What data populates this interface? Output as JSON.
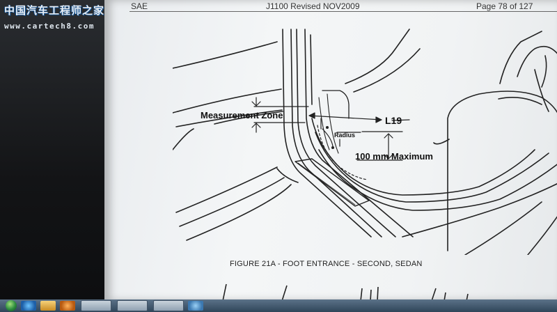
{
  "watermark": {
    "chinese": "中国汽车工程师之家",
    "url": "www.cartech8.com"
  },
  "document": {
    "header_left": "SAE",
    "header_center": "J1100 Revised NOV2009",
    "header_right": "Page 78 of 127"
  },
  "figure": {
    "label_measurement_zone": "Measurement Zone",
    "label_l19": "L19",
    "label_radius": "Radius",
    "label_100mm": "100 mm Maximum",
    "caption": "FIGURE 21A - FOOT ENTRANCE - SECOND, SEDAN"
  },
  "taskbar": {
    "items": [
      "start-orb",
      "ie-icon",
      "folder-icon",
      "media-icon",
      "window-item",
      "window-item",
      "window-item"
    ]
  }
}
